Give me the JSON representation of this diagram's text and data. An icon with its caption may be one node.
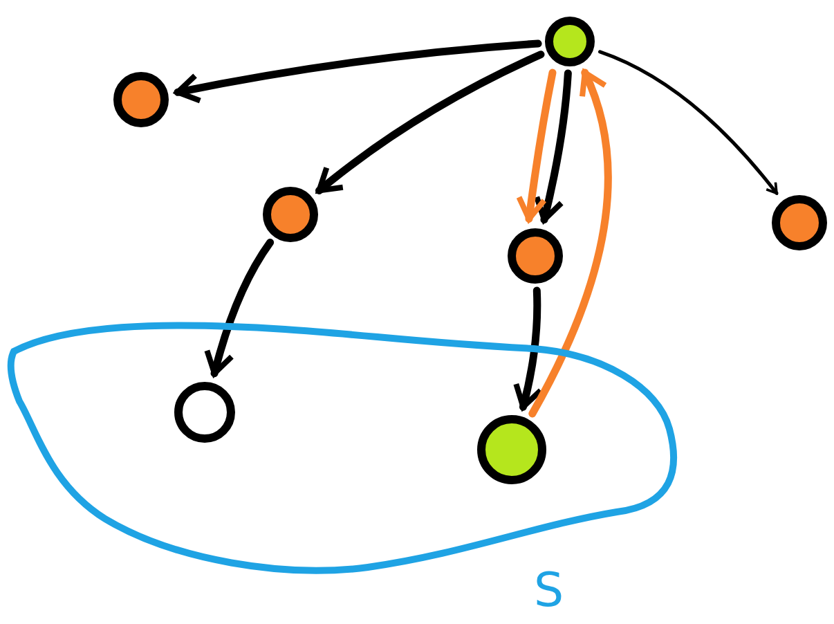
{
  "diagram": {
    "nodes": [
      {
        "text": [],
        "shape": "circle"
      },
      {
        "text": [],
        "shape": "circle"
      },
      {
        "text": [],
        "shape": "circle"
      },
      {
        "text": [],
        "shape": "circle"
      },
      {
        "text": [],
        "shape": "circle"
      },
      {
        "text": [
          "S"
        ]
      },
      {
        "text": [],
        "shape": "circle",
        "in": 5
      },
      {
        "text": [],
        "shape": "circle",
        "in": 5
      }
    ],
    "edges": [
      {
        "from": 0,
        "to": 1,
        "arrow": "to"
      },
      {
        "from": 0,
        "to": 2,
        "arrow": "to"
      },
      {
        "from": 0,
        "to": 3,
        "arrow": "to"
      },
      {
        "from": 0,
        "to": 3,
        "arrow": "to",
        "color": "#f7812b"
      },
      {
        "from": 0,
        "to": 4,
        "arrow": "to"
      },
      {
        "from": 2,
        "to": 6,
        "arrow": "to"
      },
      {
        "from": 3,
        "to": 7,
        "arrow": "to"
      },
      {
        "from": 7,
        "to": 0,
        "arrow": "to",
        "color": "#f7812b"
      }
    ]
  }
}
